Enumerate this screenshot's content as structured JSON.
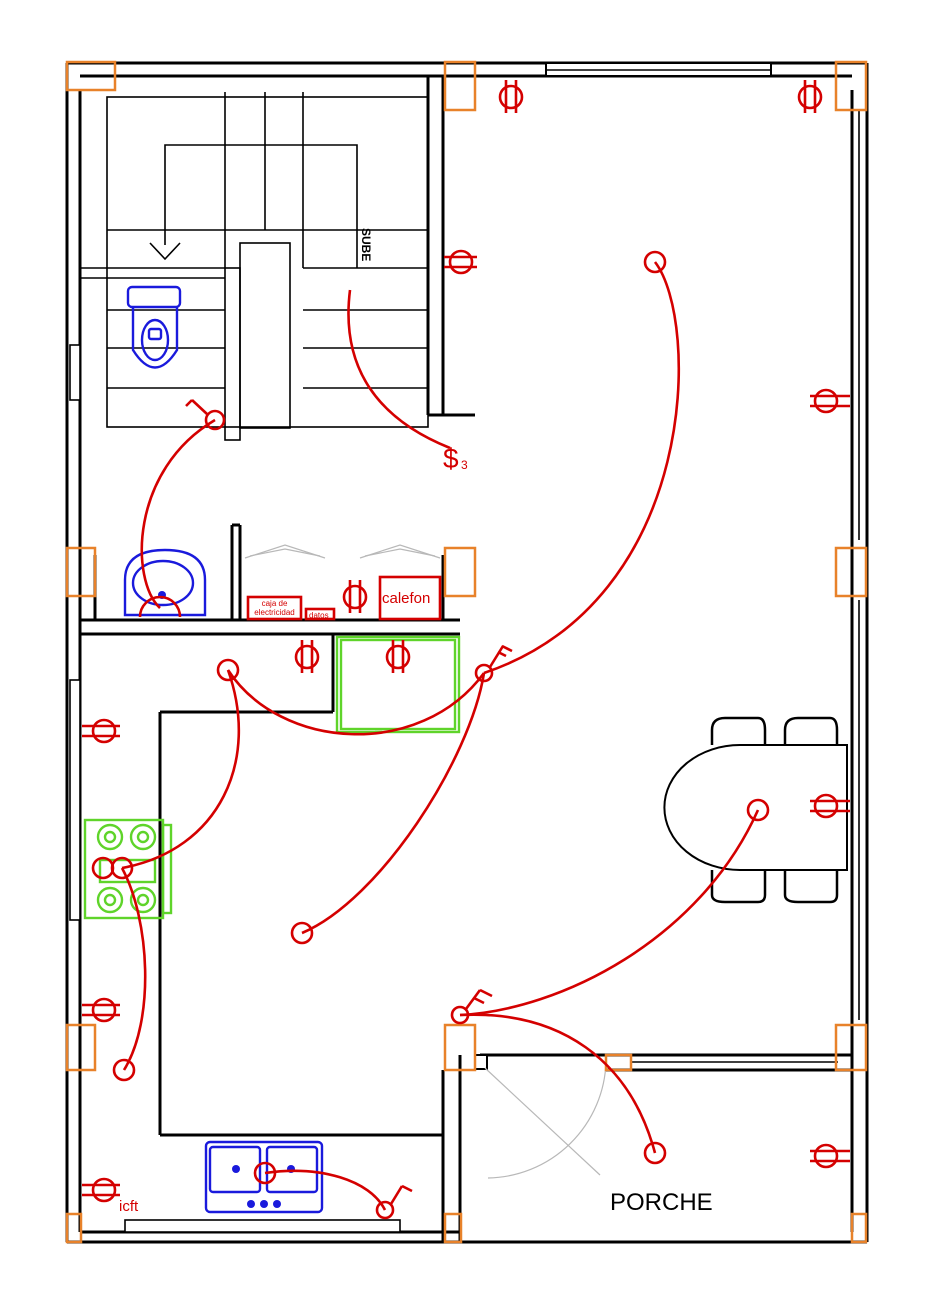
{
  "labels": {
    "stairs": "SUBE",
    "switch_symbol": "$",
    "switch_sub": "3",
    "water_heater": "calefon",
    "electric_box": "caja de electricidad",
    "data_box": "datos",
    "gfci": "icft",
    "porch": "PORCHE"
  },
  "colors": {
    "walls": "#000000",
    "columns": "#e8822a",
    "electrical": "#d40000",
    "plumbing_fixtures": "#1a1adc",
    "appliances": "#5fd42a"
  }
}
